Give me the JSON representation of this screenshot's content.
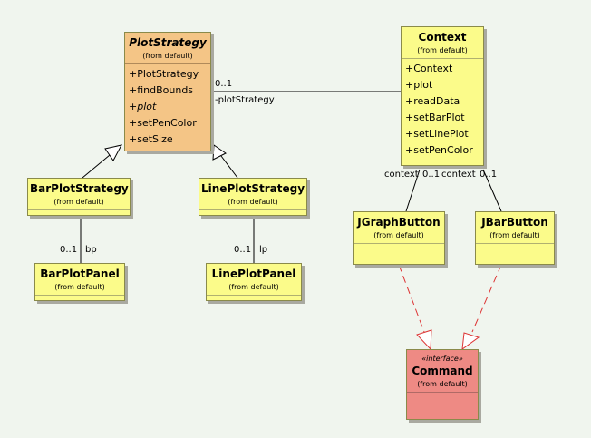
{
  "diagram": {
    "from_label": "(from default)",
    "classes": {
      "plot_strategy": {
        "name": "PlotStrategy",
        "ops": [
          {
            "text": "+PlotStrategy",
            "abstract": false
          },
          {
            "text": "+findBounds",
            "abstract": false
          },
          {
            "text": "+plot",
            "abstract": true
          },
          {
            "text": "+setPenColor",
            "abstract": false
          },
          {
            "text": "+setSize",
            "abstract": false
          }
        ]
      },
      "context": {
        "name": "Context",
        "ops": [
          {
            "text": "+Context"
          },
          {
            "text": "+plot"
          },
          {
            "text": "+readData"
          },
          {
            "text": "+setBarPlot"
          },
          {
            "text": "+setLinePlot"
          },
          {
            "text": "+setPenColor"
          }
        ]
      },
      "bar_plot_strategy": {
        "name": "BarPlotStrategy"
      },
      "line_plot_strategy": {
        "name": "LinePlotStrategy"
      },
      "bar_plot_panel": {
        "name": "BarPlotPanel"
      },
      "line_plot_panel": {
        "name": "LinePlotPanel"
      },
      "jgraph_button": {
        "name": "JGraphButton"
      },
      "jbar_button": {
        "name": "JBarButton"
      },
      "command": {
        "name": "Command",
        "stereotype": "«interface»"
      }
    },
    "labels": {
      "strategy_mult": "0..1",
      "strategy_role": "-plotStrategy",
      "bp_mult": "0..1",
      "bp_role": "bp",
      "lp_mult": "0..1",
      "lp_role": "lp",
      "ctx1_role": "context",
      "ctx1_mult": "0..1",
      "ctx2_role": "context",
      "ctx2_mult": "0..1"
    },
    "colors": {
      "abstract_class": "#f4c586",
      "class": "#fbfb8a",
      "interface": "#ee8a84",
      "dependency_line": "#dd3333"
    }
  }
}
